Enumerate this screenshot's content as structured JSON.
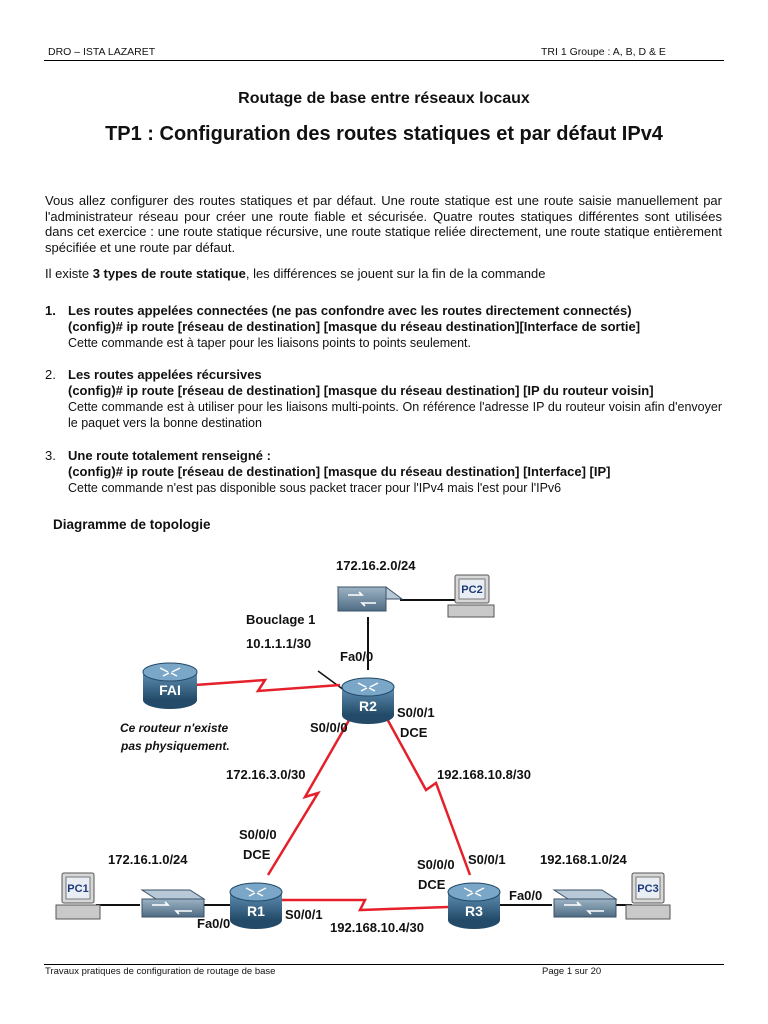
{
  "header": {
    "left": "DRO – ISTA LAZARET",
    "right": "TRI 1 Groupe : A, B, D & E"
  },
  "subtitle": "Routage de base entre réseaux locaux",
  "title": "TP1 : Configuration des routes statiques et par défaut IPv4",
  "intro": "Vous allez configurer des routes statiques et par défaut. Une route statique est une route saisie manuellement par l'administrateur réseau pour créer une route fiable et sécurisée. Quatre routes statiques différentes sont utilisées dans cet exercice : une route statique récursive, une route statique reliée directement, une route statique entièrement spécifiée et une route par défaut.",
  "types_line": {
    "prefix": "Il existe ",
    "bold": "3 types de route statique",
    "suffix": ", les différences se jouent sur la fin de la commande"
  },
  "items": [
    {
      "num": "1.",
      "title": "Les routes appelées connectées (ne pas confondre avec les routes directement connectés)",
      "command": "(config)# ip route [réseau de destination] [masque du réseau destination][Interface de sortie]",
      "desc": "Cette commande est à taper pour les liaisons points to points seulement."
    },
    {
      "num": "2.",
      "title": "Les routes appelées récursives",
      "command": "(config)# ip route [réseau de destination] [masque du réseau destination] [IP du routeur voisin]",
      "desc": "Cette commande est à utiliser pour les liaisons multi-points. On référence l'adresse IP du routeur voisin afin d'envoyer le paquet vers la bonne destination"
    },
    {
      "num": "3.",
      "title": "Une route totalement renseigné :",
      "command": "(config)# ip route [réseau de destination] [masque du réseau destination] [Interface] [IP]",
      "desc": "Cette commande n'est pas disponible sous packet tracer pour l'IPv4 mais l'est pour l'IPv6"
    }
  ],
  "topology": {
    "heading": "Diagramme de topologie",
    "colors": {
      "router": "#2e5b7e",
      "wan_link": "#e5202a",
      "switch": "#6f8aa0",
      "pc": "#c9c9c9"
    },
    "routers": {
      "fai": "FAI",
      "r1": "R1",
      "r2": "R2",
      "r3": "R3"
    },
    "pcs": {
      "pc1": "PC1",
      "pc2": "PC2",
      "pc3": "PC3"
    },
    "fai_note": [
      "Ce routeur n'existe",
      "pas physiquement."
    ],
    "labels": {
      "net_r2_lan": "172.16.2.0/24",
      "loopback_name": "Bouclage 1",
      "loopback_ip": "10.1.1.1/30",
      "r2_fa00": "Fa0/0",
      "r2_s000": "S0/0/0",
      "r2_s001": "S0/0/1",
      "r2_dce": "DCE",
      "net_r1_r2": "172.16.3.0/30",
      "net_r2_r3": "192.168.10.8/30",
      "r1_s000": "S0/0/0",
      "r1_dce": "DCE",
      "net_r1_lan": "172.16.1.0/24",
      "r1_fa00": "Fa0/0",
      "r1_s001": "S0/0/1",
      "net_r1_r3": "192.168.10.4/30",
      "r3_s000": "S0/0/0",
      "r3_dce": "DCE",
      "r3_s001": "S0/0/1",
      "net_r3_lan": "192.168.1.0/24",
      "r3_fa00": "Fa0/0"
    }
  },
  "footer": {
    "left": "Travaux pratiques de configuration de routage de base",
    "right": "Page 1 sur 20"
  }
}
